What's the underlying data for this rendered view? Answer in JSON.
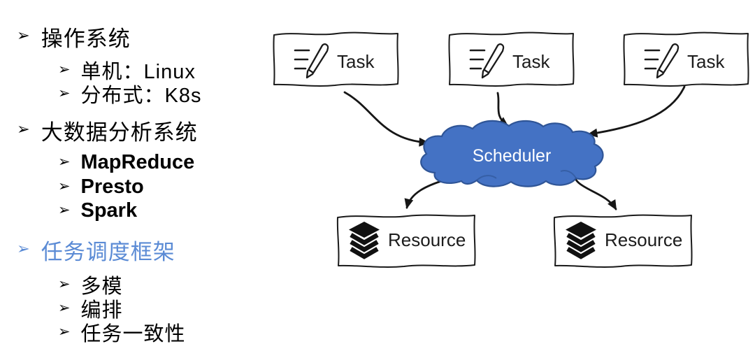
{
  "slide": {
    "background": "#FFFFFF"
  },
  "outline": {
    "bullet_glyph": "➢",
    "text_color": "#000000",
    "accent_color": "#5B8BD5",
    "items": [
      {
        "label": "操作系统",
        "level": 1,
        "color": "#000000"
      },
      {
        "label": "单机：Linux",
        "level": 2,
        "color": "#000000"
      },
      {
        "label": "分布式：K8s",
        "level": 2,
        "color": "#000000"
      },
      {
        "label": "大数据分析系统",
        "level": 1,
        "color": "#000000"
      },
      {
        "label": "MapReduce",
        "level": 2,
        "color": "#000000"
      },
      {
        "label": "Presto",
        "level": 2,
        "color": "#000000"
      },
      {
        "label": "Spark",
        "level": 2,
        "color": "#000000"
      },
      {
        "label": "任务调度框架",
        "level": 1,
        "color": "#5B8BD5"
      },
      {
        "label": "多模",
        "level": 2,
        "color": "#000000"
      },
      {
        "label": "编排",
        "level": 2,
        "color": "#000000"
      },
      {
        "label": "任务一致性",
        "level": 2,
        "color": "#000000"
      }
    ]
  },
  "diagram": {
    "task_nodes": [
      {
        "label": "Task"
      },
      {
        "label": "Task"
      },
      {
        "label": "Task"
      }
    ],
    "scheduler": {
      "label": "Scheduler",
      "fill": "#4472C4",
      "stroke": "#2F5597",
      "text_color": "#FFFFFF"
    },
    "resource_nodes": [
      {
        "label": "Resource"
      },
      {
        "label": "Resource"
      }
    ],
    "line_color": "#1A1A1A",
    "icons": {
      "task": "list-pencil-icon",
      "resource": "layers-stack-icon"
    }
  }
}
